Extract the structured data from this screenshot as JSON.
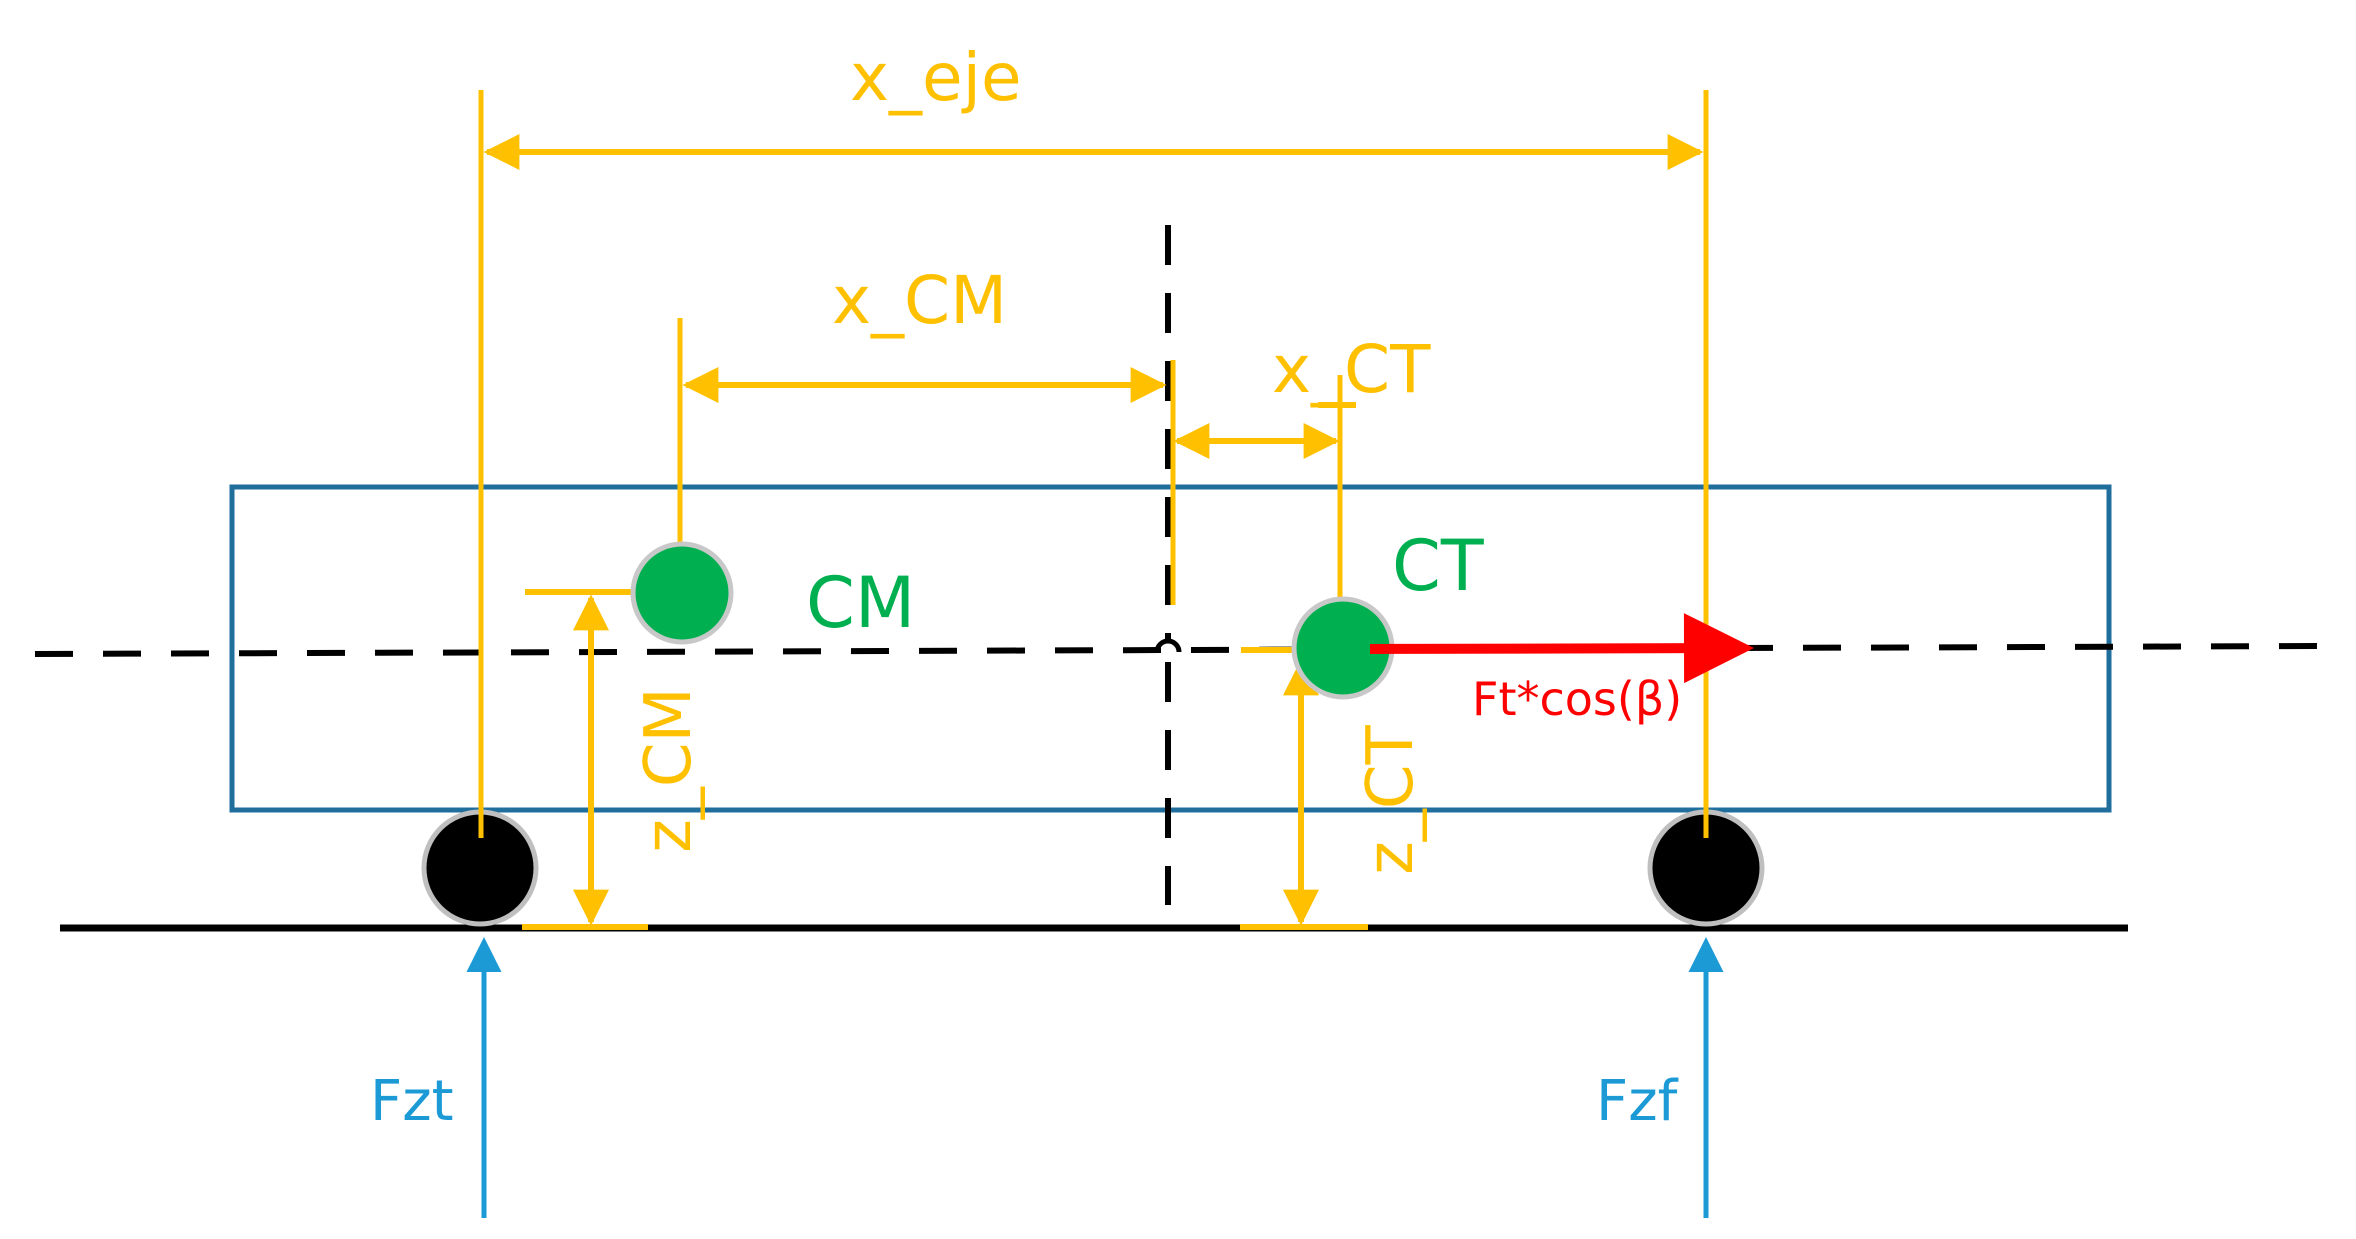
{
  "labels": {
    "x_eje": "x_eje",
    "x_cm": "x_CM",
    "x_ct": "x_CT",
    "z_cm": "z_CM",
    "z_ct": "z_CT",
    "cm": "CM",
    "ct": "CT",
    "force_traction": "Ft*cos(β)",
    "force_rear": "Fzt",
    "force_front": "Fzf"
  },
  "colors": {
    "dimension": "#FFC000",
    "center_points": "#00B050",
    "traction_force": "#FF0000",
    "normal_forces": "#1B9AD6",
    "vehicle_body": "#1F6E9C",
    "ground_and_axes": "#000000",
    "wheel_outline": "#BFBFBF"
  }
}
